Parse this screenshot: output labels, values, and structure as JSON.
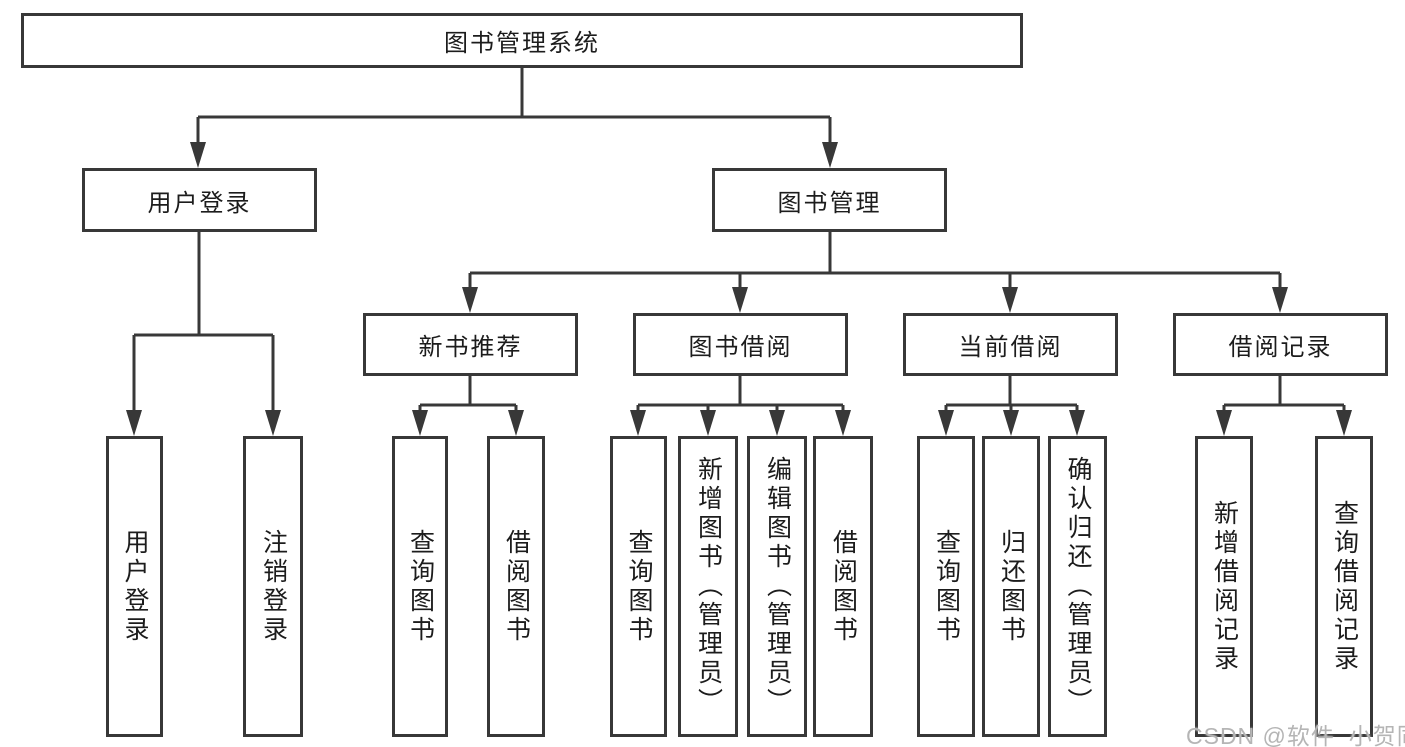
{
  "tree": {
    "label": "图书管理系统",
    "children": [
      {
        "label": "用户登录",
        "children": [
          {
            "label": "用户登录"
          },
          {
            "label": "注销登录"
          }
        ]
      },
      {
        "label": "图书管理",
        "children": [
          {
            "label": "新书推荐",
            "children": [
              {
                "label": "查询图书"
              },
              {
                "label": "借阅图书"
              }
            ]
          },
          {
            "label": "图书借阅",
            "children": [
              {
                "label": "查询图书"
              },
              {
                "label": "新增图书（管理员）"
              },
              {
                "label": "编辑图书（管理员）"
              },
              {
                "label": "借阅图书"
              }
            ]
          },
          {
            "label": "当前借阅",
            "children": [
              {
                "label": "查询图书"
              },
              {
                "label": "归还图书"
              },
              {
                "label": "确认归还（管理员）"
              }
            ]
          },
          {
            "label": "借阅记录",
            "children": [
              {
                "label": "新增借阅记录"
              },
              {
                "label": "查询借阅记录"
              }
            ]
          }
        ]
      }
    ]
  },
  "watermark": {
    "text": "CSDN @软件_小贺同学"
  },
  "colors": {
    "line": "#383838",
    "text": "#1c1c1c",
    "watermark": "#b5b5b5",
    "background": "#ffffff"
  }
}
